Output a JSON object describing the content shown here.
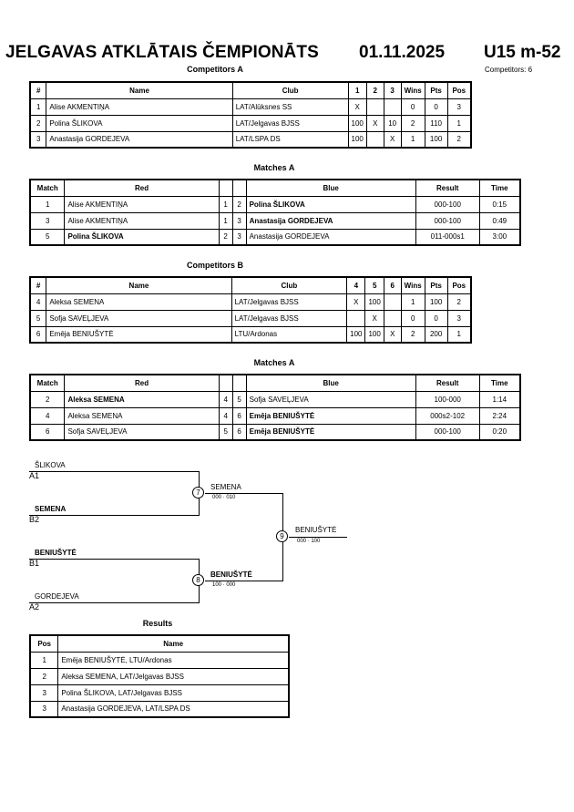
{
  "header": {
    "title": "JELGAVAS ATKLĀTAIS ČEMPIONĀTS",
    "date": "01.11.2025",
    "category": "U15 m-52",
    "competitors_count": "Competitors: 6"
  },
  "competitors_a": {
    "title": "Competitors A",
    "headers": [
      "#",
      "Name",
      "Club",
      "1",
      "2",
      "3",
      "Wins",
      "Pts",
      "Pos"
    ],
    "rows": [
      [
        "1",
        "Alise AKMENTIŅA",
        "LAT/Alūksnes SS",
        "X",
        "",
        "",
        "0",
        "0",
        "3"
      ],
      [
        "2",
        "Polina ŠLIKOVA",
        "LAT/Jelgavas BJSS",
        "100",
        "X",
        "10",
        "2",
        "110",
        "1"
      ],
      [
        "3",
        "Anastasija GORDEJEVA",
        "LAT/LSPA DS",
        "100",
        "",
        "X",
        "1",
        "100",
        "2"
      ]
    ]
  },
  "matches_a": {
    "title": "Matches A",
    "headers": [
      "Match",
      "Red",
      "",
      "",
      "Blue",
      "Result",
      "Time"
    ],
    "rows": [
      [
        "1",
        "Alise AKMENTIŅA",
        "1",
        "2",
        "Polina ŠLIKOVA",
        "000-100",
        "0:15"
      ],
      [
        "3",
        "Alise AKMENTIŅA",
        "1",
        "3",
        "Anastasija GORDEJEVA",
        "000-100",
        "0:49"
      ],
      [
        "5",
        "Polina ŠLIKOVA",
        "2",
        "3",
        "Anastasija GORDEJEVA",
        "011-000s1",
        "3:00"
      ]
    ]
  },
  "competitors_b": {
    "title": "Competitors B",
    "headers": [
      "#",
      "Name",
      "Club",
      "4",
      "5",
      "6",
      "Wins",
      "Pts",
      "Pos"
    ],
    "rows": [
      [
        "4",
        "Aleksa SEMENA",
        "LAT/Jelgavas BJSS",
        "X",
        "100",
        "",
        "1",
        "100",
        "2"
      ],
      [
        "5",
        "Sofja SAVEĻJEVA",
        "LAT/Jelgavas BJSS",
        "",
        "X",
        "",
        "0",
        "0",
        "3"
      ],
      [
        "6",
        "Emēja BENIUŠYTĖ",
        "LTU/Ardonas",
        "100",
        "100",
        "X",
        "2",
        "200",
        "1"
      ]
    ]
  },
  "matches_b": {
    "title": "Matches A",
    "headers": [
      "Match",
      "Red",
      "",
      "",
      "Blue",
      "Result",
      "Time"
    ],
    "rows": [
      [
        "2",
        "Aleksa SEMENA",
        "4",
        "5",
        "Sofja SAVEĻJEVA",
        "100-000",
        "1:14"
      ],
      [
        "4",
        "Aleksa SEMENA",
        "4",
        "6",
        "Emēja BENIUŠYTĖ",
        "000s2-102",
        "2:24"
      ],
      [
        "6",
        "Sofja SAVEĻJEVA",
        "5",
        "6",
        "Emēja BENIUŠYTĖ",
        "000-100",
        "0:20"
      ]
    ]
  },
  "bracket": {
    "p1_name": "ŠLIKOVA",
    "p1_seed": "A1",
    "p2_name": "SEMENA",
    "p2_seed": "B2",
    "p3_name": "BENIUŠYTĖ",
    "p3_seed": "B1",
    "p4_name": "GORDEJEVA",
    "p4_seed": "A2",
    "m7": "7",
    "m7_winner": "SEMENA",
    "m7_score": "000 · 010",
    "m8": "8",
    "m8_winner": "BENIUŠYTĖ",
    "m8_score": "100 · 000",
    "m9": "9",
    "m9_winner": "BENIUŠYTĖ",
    "m9_score": "000 · 100"
  },
  "results": {
    "title": "Results",
    "headers": [
      "Pos",
      "Name"
    ],
    "rows": [
      [
        "1",
        "Emēja BENIUŠYTĖ, LTU/Ardonas"
      ],
      [
        "2",
        "Aleksa SEMENA, LAT/Jelgavas BJSS"
      ],
      [
        "3",
        "Polina ŠLIKOVA, LAT/Jelgavas BJSS"
      ],
      [
        "3",
        "Anastasija GORDEJEVA, LAT/LSPA DS"
      ]
    ]
  }
}
